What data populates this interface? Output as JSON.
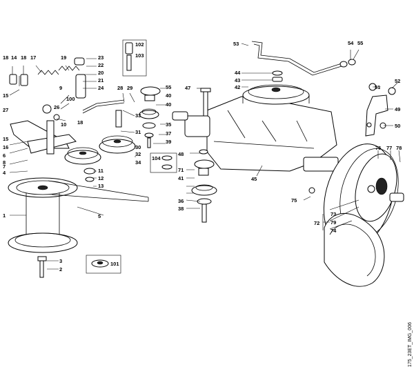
{
  "figure_code": "175_23ET_IMG_006",
  "part_numbers": [
    "1",
    "2",
    "3",
    "4",
    "5",
    "6",
    "7",
    "8",
    "9",
    "10",
    "11",
    "12",
    "13",
    "14",
    "15",
    "15",
    "16",
    "17",
    "18",
    "18",
    "18",
    "19",
    "20",
    "21",
    "22",
    "23",
    "24",
    "26",
    "27",
    "28",
    "29",
    "30",
    "31",
    "32",
    "33",
    "34",
    "35",
    "36",
    "37",
    "38",
    "39",
    "40",
    "40",
    "41",
    "42",
    "43",
    "44",
    "45",
    "47",
    "48",
    "49",
    "50",
    "51",
    "52",
    "53",
    "54",
    "55",
    "55",
    "71",
    "72",
    "73",
    "74",
    "75",
    "76",
    "77",
    "78",
    "79",
    "100",
    "101",
    "102",
    "103",
    "104"
  ]
}
